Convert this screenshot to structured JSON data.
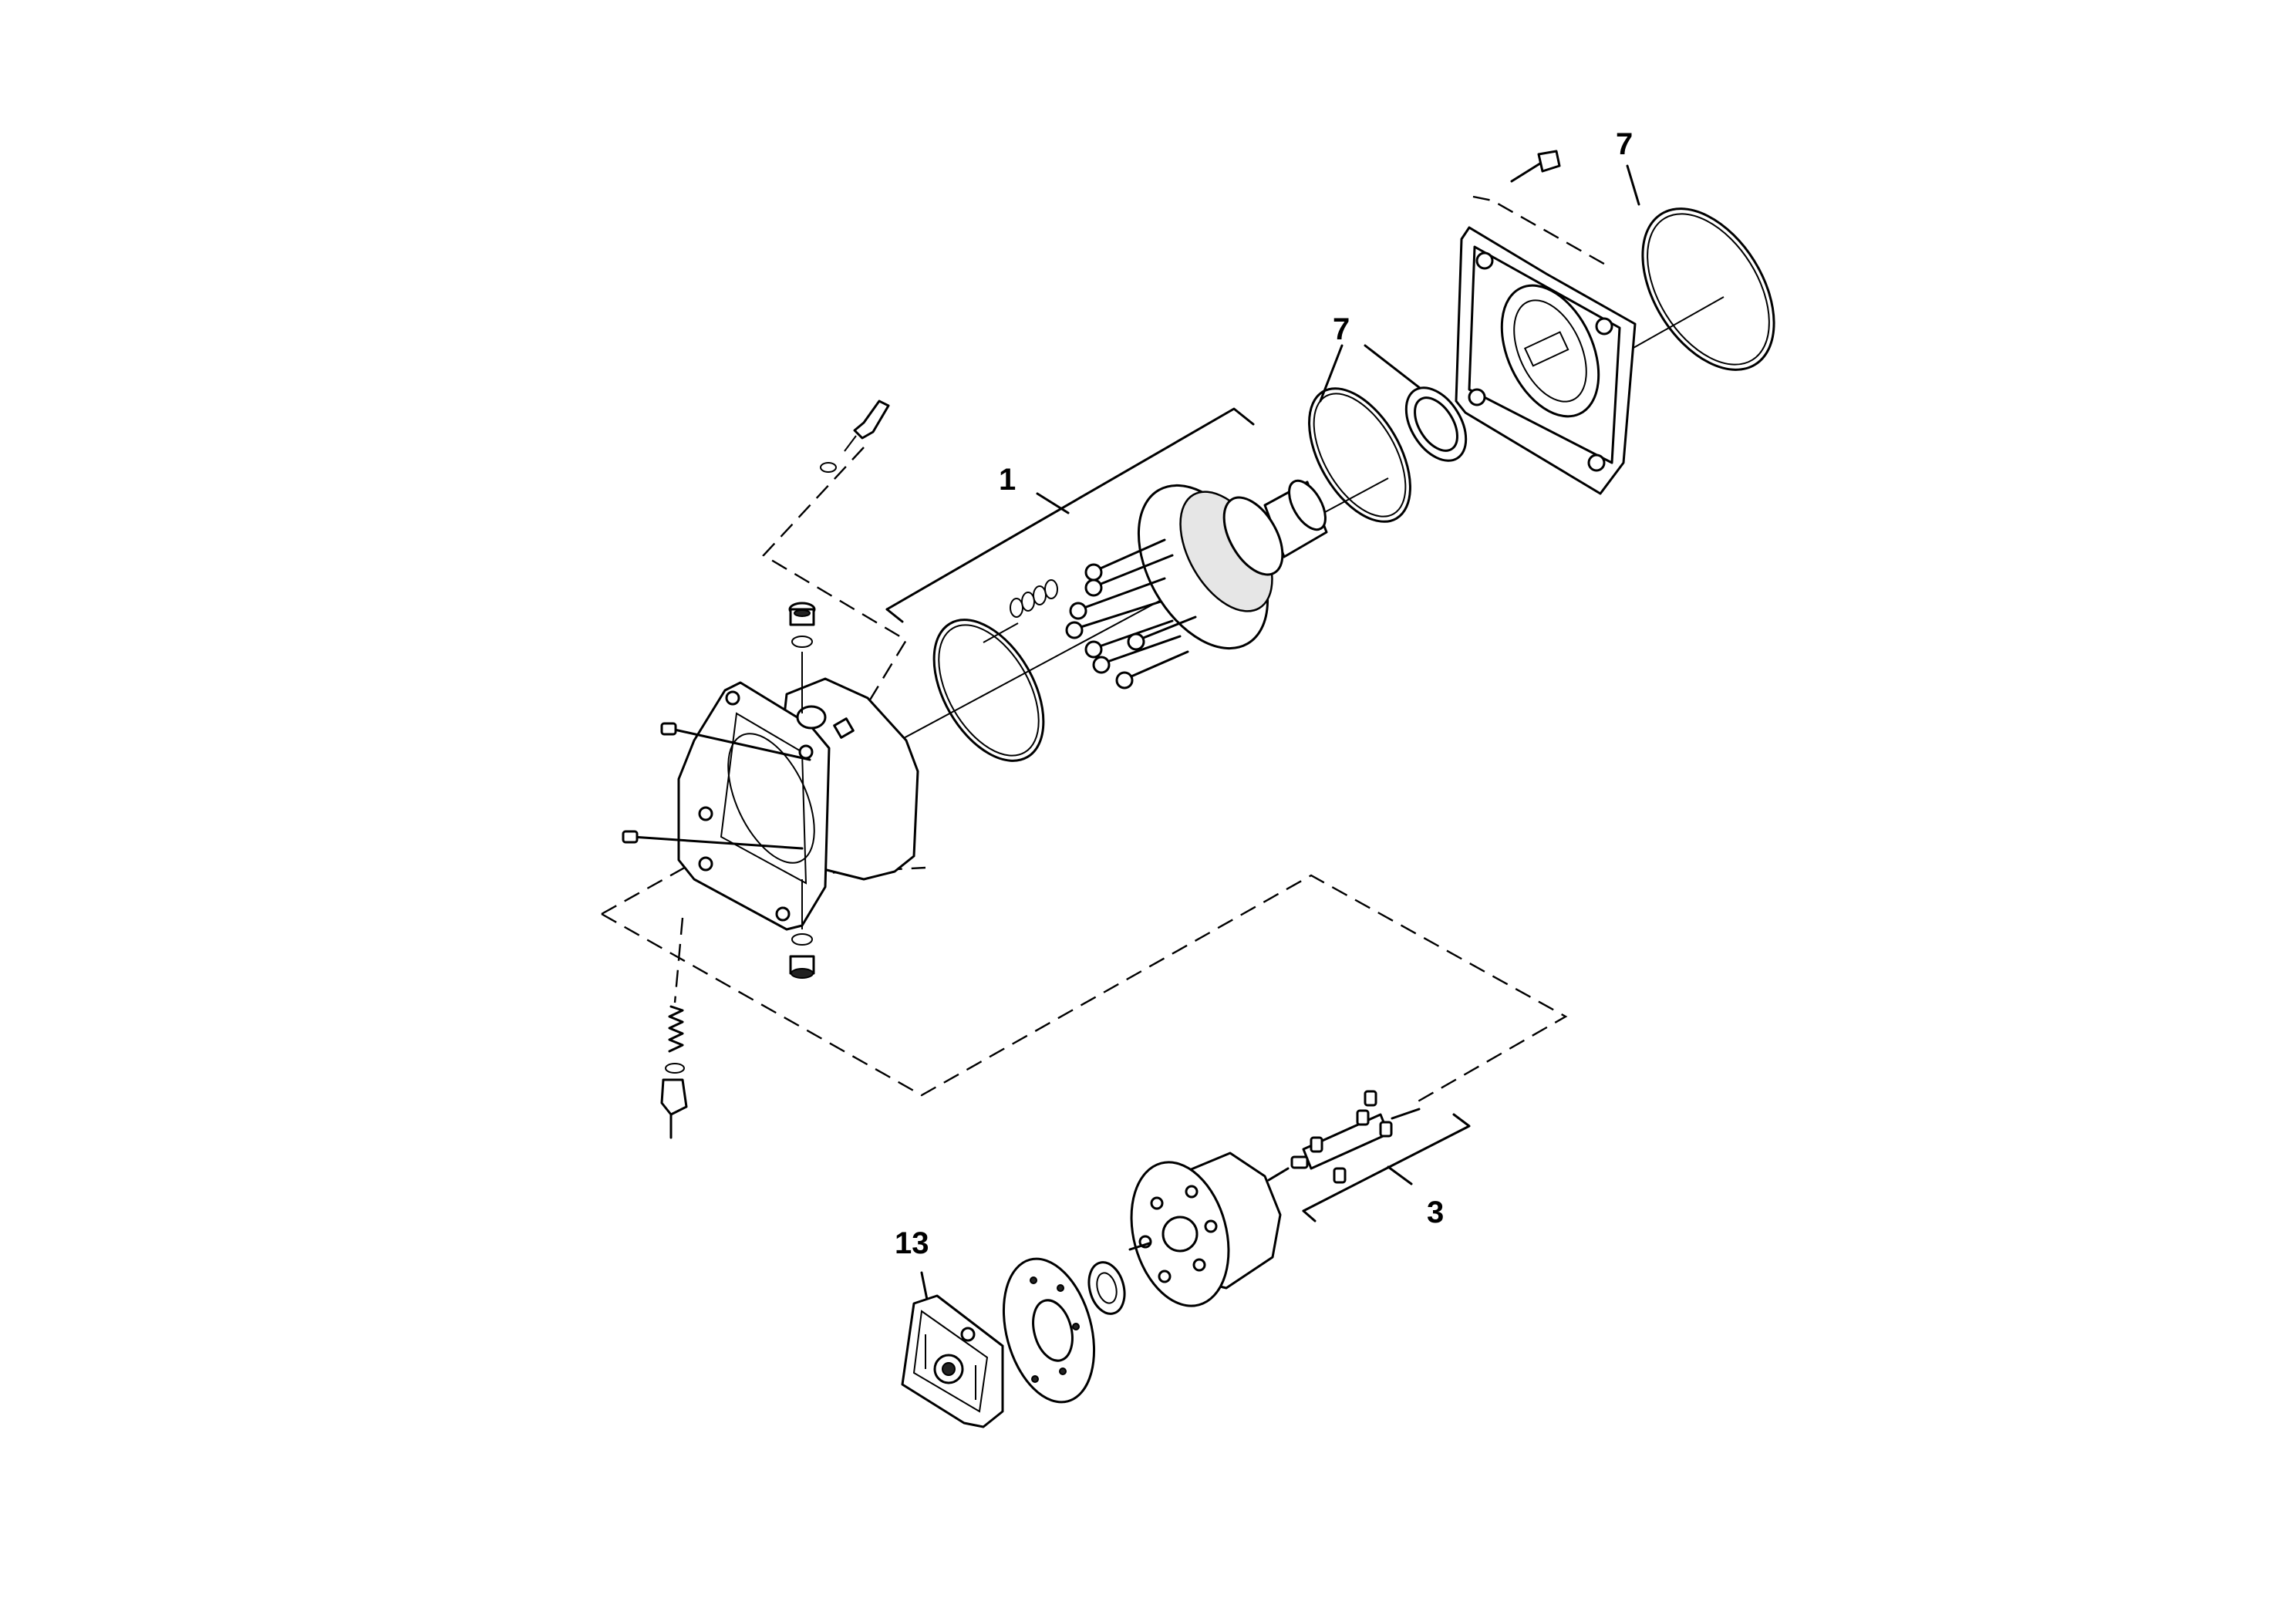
{
  "diagram": {
    "type": "exploded-parts-view",
    "callouts": [
      {
        "id": "callout-7-oring-large",
        "label": "7"
      },
      {
        "id": "callout-7-oring-seal",
        "label": "7"
      },
      {
        "id": "callout-1",
        "label": "1"
      },
      {
        "id": "callout-3",
        "label": "3"
      },
      {
        "id": "callout-13",
        "label": "13"
      }
    ]
  }
}
